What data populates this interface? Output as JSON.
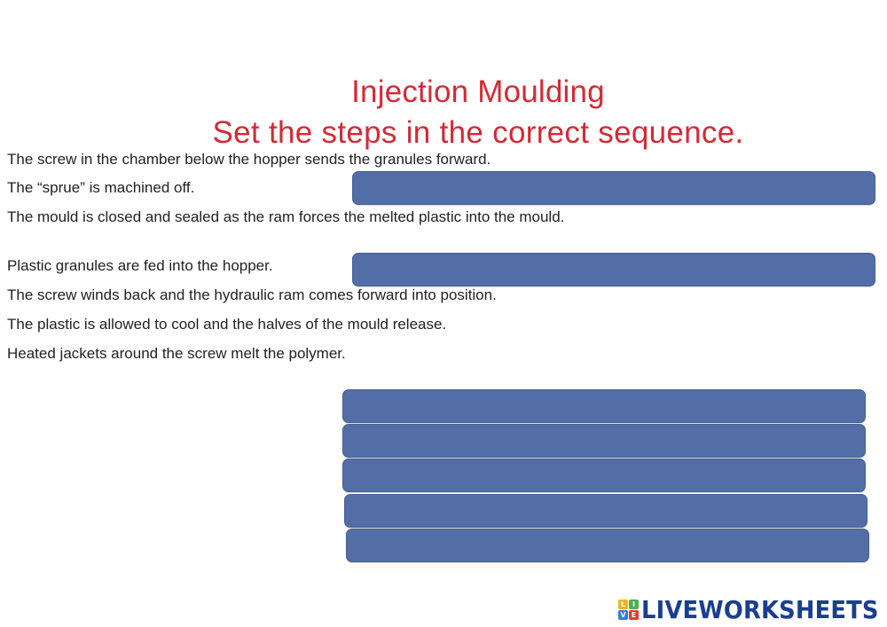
{
  "title": {
    "line1": "Injection Moulding",
    "line2": "Set the steps in the correct sequence."
  },
  "steps": [
    {
      "text": "The screw in the chamber below the hopper sends the granules forward."
    },
    {
      "text": "The “sprue” is machined off."
    },
    {
      "text": "The mould is closed and sealed as the ram forces the melted plastic into the mould."
    },
    {
      "text": "Plastic granules are fed into the hopper."
    },
    {
      "text": "The screw winds back and the hydraulic ram comes forward into position."
    },
    {
      "text": "The plastic is allowed to cool and the halves of the mould release."
    },
    {
      "text": "Heated jackets around the screw melt the polymer."
    }
  ],
  "drop_boxes": [
    {
      "slot": 1,
      "value": ""
    },
    {
      "slot": 2,
      "value": ""
    },
    {
      "slot": 3,
      "value": ""
    },
    {
      "slot": 4,
      "value": ""
    },
    {
      "slot": 5,
      "value": ""
    },
    {
      "slot": 6,
      "value": ""
    },
    {
      "slot": 7,
      "value": ""
    }
  ],
  "colors": {
    "title": "#d32a36",
    "drop_box": "#536ea6",
    "logo_text": "#1b3f8f"
  },
  "logo": {
    "text": "LIVEWORKSHEETS",
    "icon_letters": [
      "L",
      "I",
      "V",
      "E"
    ]
  }
}
